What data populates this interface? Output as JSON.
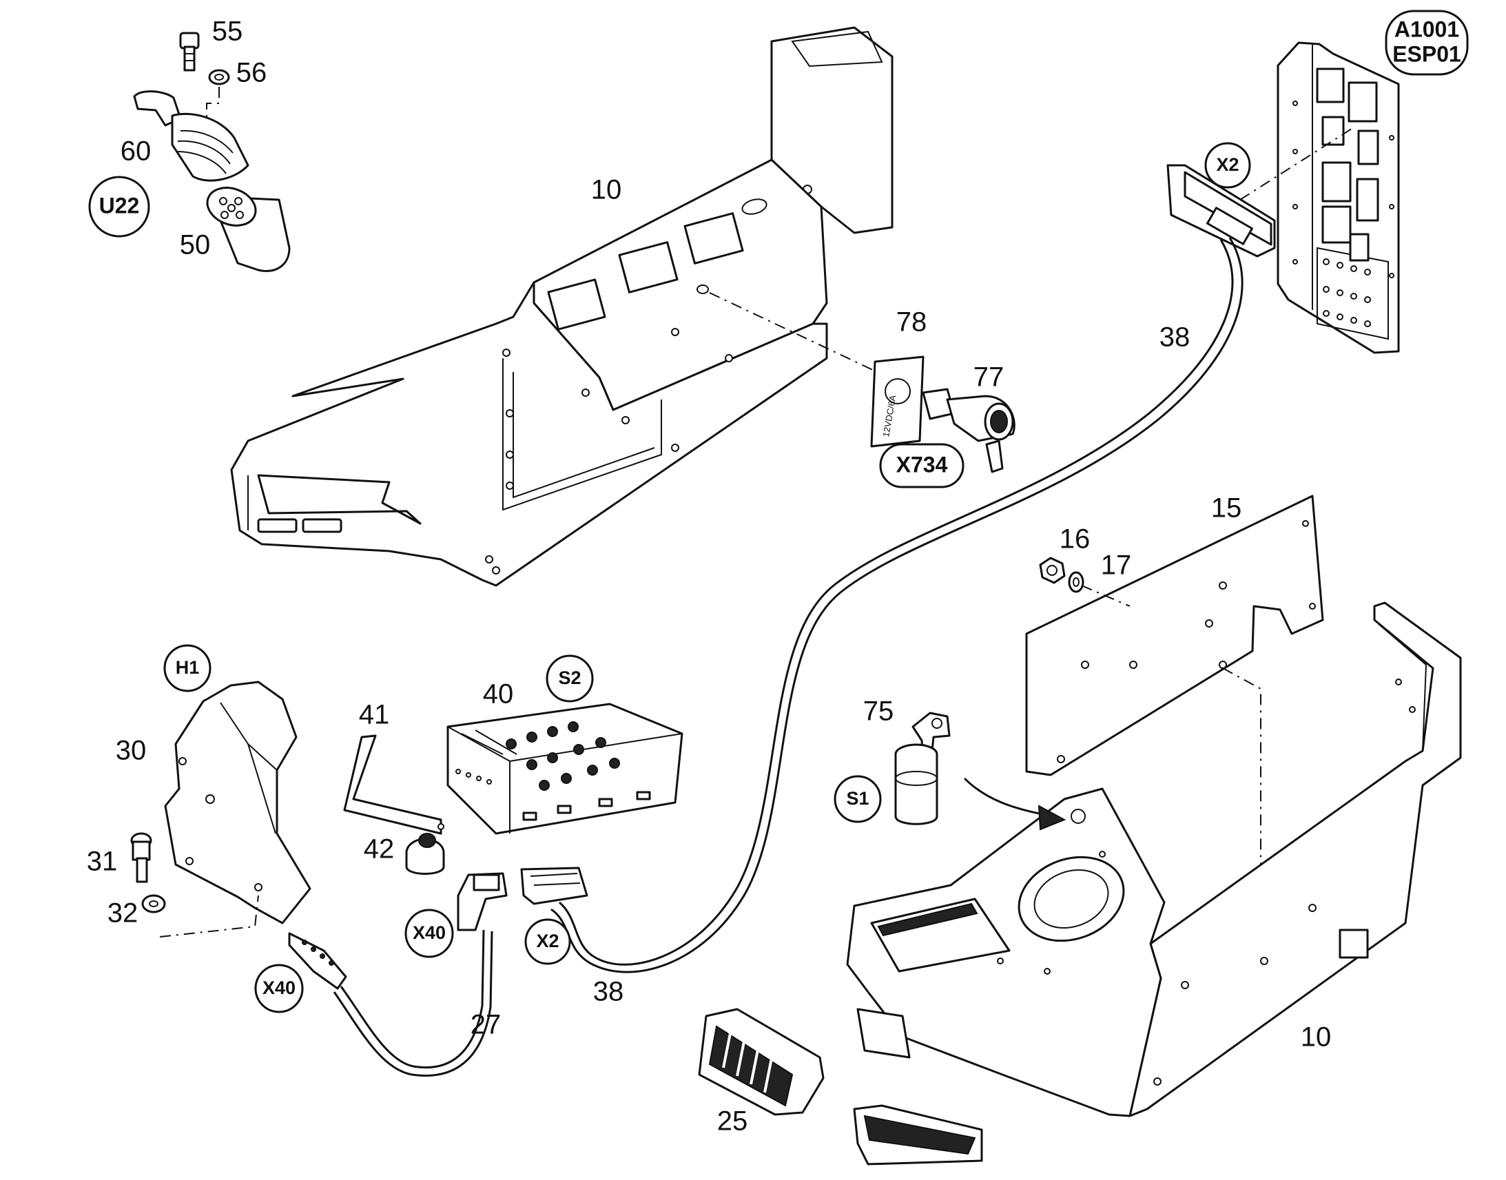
{
  "diagram": {
    "item_numbers": {
      "n55": "55",
      "n56": "56",
      "n60": "60",
      "n50": "50",
      "n10_top": "10",
      "n78": "78",
      "n77": "77",
      "n38_top": "38",
      "n15": "15",
      "n16": "16",
      "n17": "17",
      "n41": "41",
      "n40": "40",
      "n30": "30",
      "n75": "75",
      "n42": "42",
      "n31": "31",
      "n32": "32",
      "n27": "27",
      "n38_bottom": "38",
      "n10_bottom": "10",
      "n25": "25"
    },
    "reference_tags": {
      "u22": "U22",
      "a1001_line1": "A1001",
      "a1001_line2": "ESP01",
      "x2_top": "X2",
      "x734": "X734",
      "h1": "H1",
      "s2": "S2",
      "s1": "S1",
      "x40_mid": "X40",
      "x2_mid": "X2",
      "x40_left": "X40"
    },
    "socket_plate_text": "12VDC/6A"
  }
}
